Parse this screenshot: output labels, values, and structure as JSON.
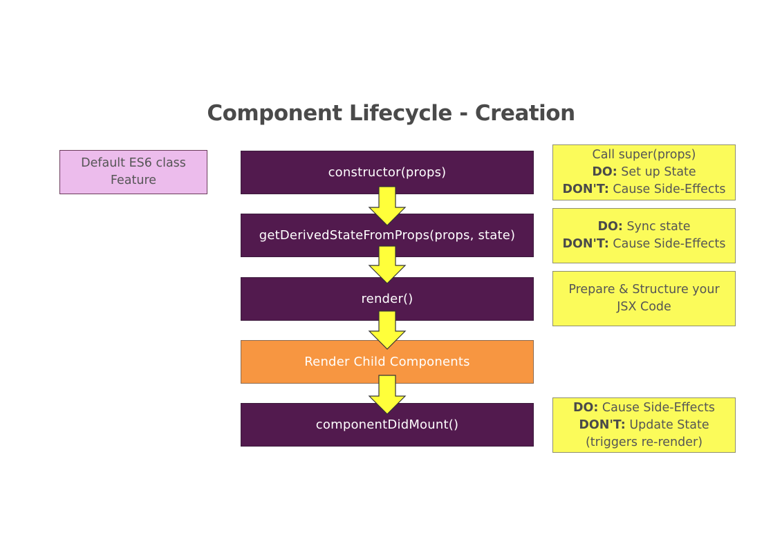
{
  "title": "Component Lifecycle - Creation",
  "side_note": {
    "line1": "Default ES6 class",
    "line2": "Feature"
  },
  "steps": [
    {
      "label": "constructor(props)"
    },
    {
      "label": "getDerivedStateFromProps(props, state)"
    },
    {
      "label": "render()"
    },
    {
      "label": "Render Child Components"
    },
    {
      "label": "componentDidMount()"
    }
  ],
  "notes": {
    "constructor": {
      "line1": "Call super(props)",
      "do_label": "DO:",
      "do_text": " Set up State",
      "dont_label": "DON'T:",
      "dont_text": " Cause Side-Effects"
    },
    "derived": {
      "do_label": "DO:",
      "do_text": " Sync state",
      "dont_label": "DON'T:",
      "dont_text": " Cause Side-Effects"
    },
    "render": {
      "line1": "Prepare & Structure your",
      "line2": "JSX Code"
    },
    "did_mount": {
      "do_label": "DO:",
      "do_text": " Cause Side-Effects",
      "dont_label": "DON'T:",
      "dont_text": " Update State",
      "line3": "(triggers re-render)"
    }
  },
  "colors": {
    "step_purple": "#521a4e",
    "step_orange": "#f79641",
    "note_yellow": "#fbfb5a",
    "side_pink": "#ecbcec",
    "arrow_yellow": "#ffff3a"
  }
}
